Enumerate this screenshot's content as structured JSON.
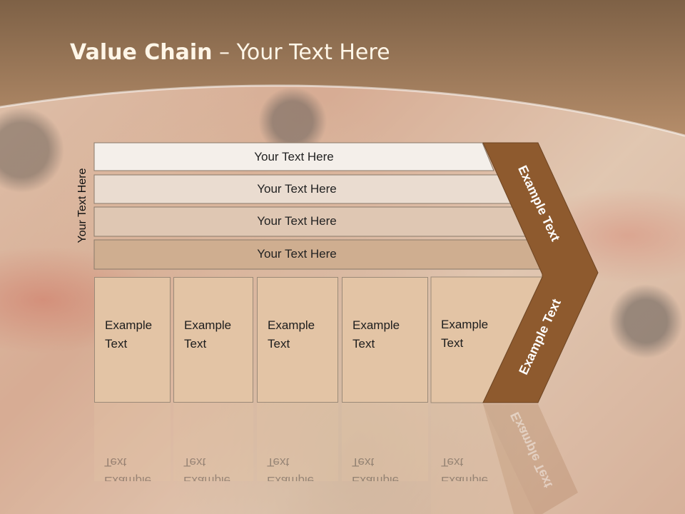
{
  "slide": {
    "title_bold": "Value Chain",
    "title_rest": " – Your Text Here",
    "vertical_label": "Your Text Here"
  },
  "bars": [
    {
      "label": "Your Text Here",
      "fill": "#f4efea"
    },
    {
      "label": "Your Text Here",
      "fill": "#eadcd0"
    },
    {
      "label": "Your Text Here",
      "fill": "#dfc7b3"
    },
    {
      "label": "Your Text Here",
      "fill": "#cfae90"
    }
  ],
  "columns": [
    {
      "line1": "Example",
      "line2": "Text"
    },
    {
      "line1": "Example",
      "line2": "Text"
    },
    {
      "line1": "Example",
      "line2": "Text"
    },
    {
      "line1": "Example",
      "line2": "Text"
    },
    {
      "line1": "Example",
      "line2": "Text"
    }
  ],
  "chevron": {
    "upper_label": "Example Text",
    "lower_label": "Example Text",
    "color": "#8e5a2e"
  },
  "colors": {
    "header": "#a57a58",
    "column_fill": "#e3c4a5"
  }
}
